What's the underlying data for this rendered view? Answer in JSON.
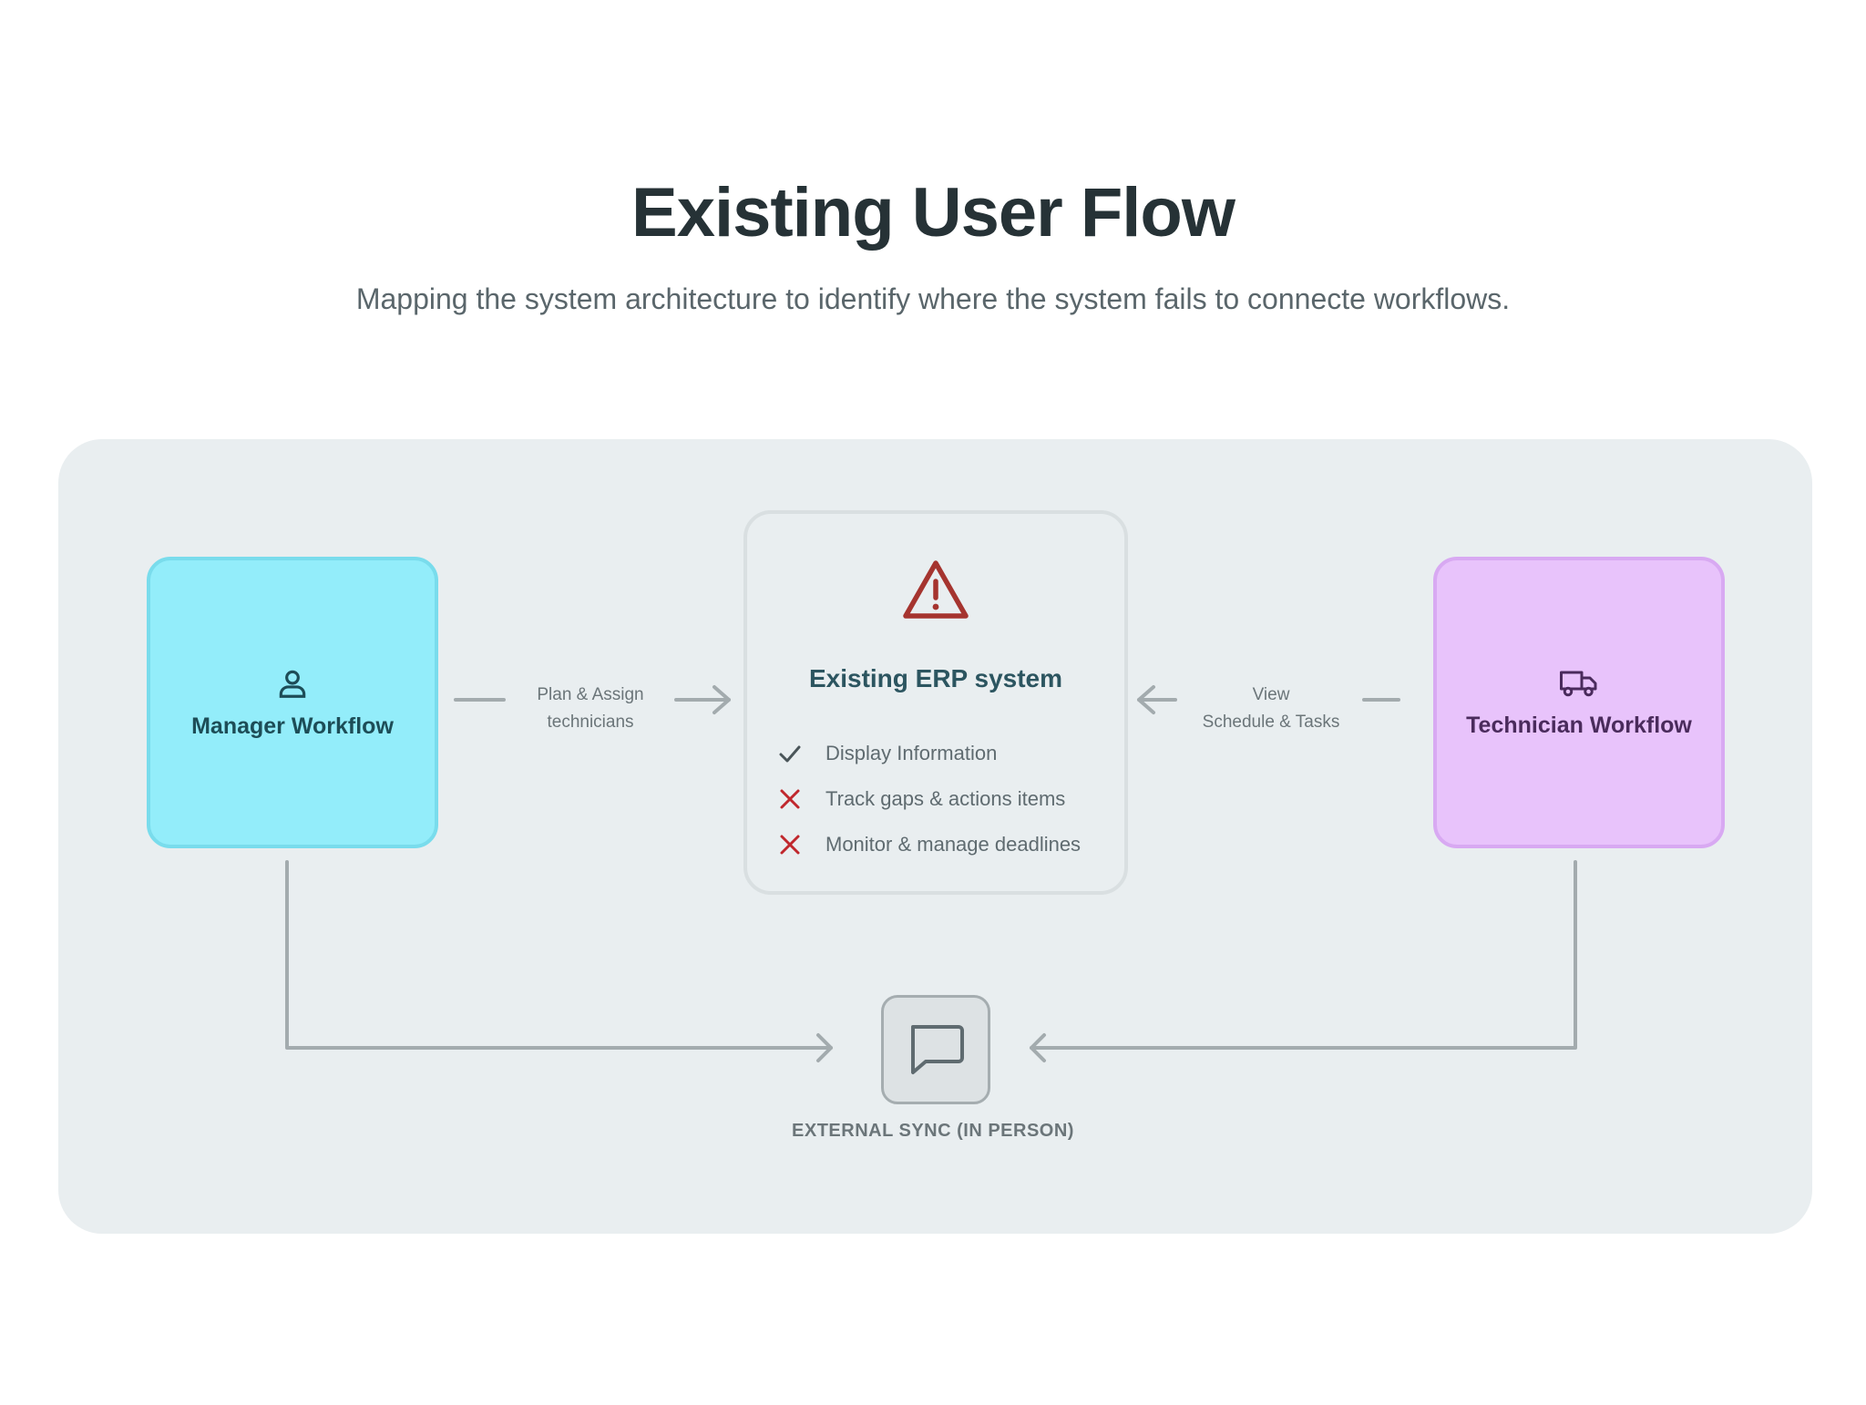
{
  "header": {
    "title": "Existing User Flow",
    "subtitle": "Mapping the system architecture to identify where the system fails to connecte workflows."
  },
  "nodes": {
    "manager": {
      "label": "Manager Workflow",
      "icon": "person-icon",
      "color": "#93edfa"
    },
    "erp": {
      "title": "Existing ERP system",
      "icon": "warning-icon",
      "items": [
        {
          "label": "Display Information",
          "status": "check"
        },
        {
          "label": "Track gaps & actions items",
          "status": "cross"
        },
        {
          "label": "Monitor & manage deadlines",
          "status": "cross"
        }
      ]
    },
    "technician": {
      "label": "Technician Workflow",
      "icon": "truck-icon",
      "color": "#e8c3fb"
    },
    "sync": {
      "label": "EXTERNAL SYNC (IN PERSON)",
      "icon": "chat-bubble-icon"
    }
  },
  "edges": {
    "manager_to_erp": {
      "line1": "Plan & Assign",
      "line2": "technicians"
    },
    "technician_to_erp": {
      "line1": "View",
      "line2": "Schedule & Tasks"
    }
  }
}
